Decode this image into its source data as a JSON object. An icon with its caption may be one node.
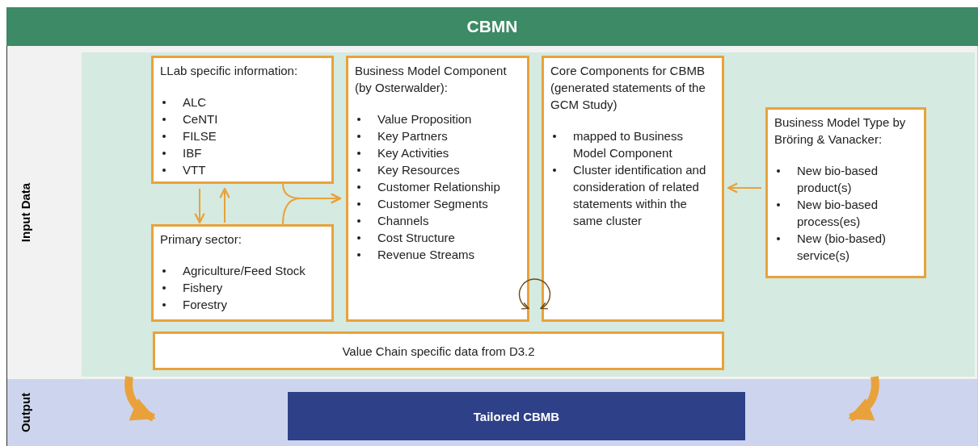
{
  "diagram": {
    "title": "CBMN",
    "nodes": [
      {
        "text": [
          "Input Data"
        ]
      },
      {
        "text": [],
        "shape": "box",
        "in": 0
      },
      {
        "text": [
          "LLab specific information:",
          "ALC",
          "CeNTI",
          "FILSE",
          "IBF",
          "VTT"
        ],
        "in": 1
      },
      {
        "text": [
          "Primary sector:",
          "Agriculture/Feed Stock",
          "Fishery",
          "Forestry"
        ],
        "in": 1
      },
      {
        "text": [
          "Business Model Component (by Osterwalder):",
          "Value Proposition",
          "Key Partners",
          "Key Activities",
          "Key Resources",
          "Customer Relationship",
          "Customer Segments",
          "Channels",
          "Cost Structure",
          "Revenue Streams"
        ],
        "in": 1
      },
      {
        "text": [
          "Core Components for CBMB (generated statements of the GCM Study)",
          "mapped to Business Model Component",
          "Cluster identification and consideration of related statements within the same cluster"
        ],
        "in": 1
      },
      {
        "text": [
          "Business Model Type by Bröring & Vanacker:",
          "New bio-based product(s)",
          "New bio-based process(es)",
          "New (bio-based) service(s)"
        ],
        "in": 1
      },
      {
        "text": [
          "Value Chain specific data from D3.2"
        ],
        "in": 1
      },
      {
        "text": [
          "Output"
        ]
      },
      {
        "text": [
          "Tailored CBMB"
        ],
        "in": 8
      }
    ],
    "edges": [
      {
        "from": 2,
        "to": 3,
        "arrow": "to"
      },
      {
        "from": 3,
        "to": 2,
        "arrow": "to"
      },
      {
        "from": 2,
        "to": 4,
        "arrow": "to"
      },
      {
        "from": 3,
        "to": 4,
        "arrow": "to"
      },
      {
        "from": 6,
        "to": 5,
        "arrow": "to"
      },
      {
        "from": 1,
        "to": 8,
        "arrow": "to",
        "style": "thick"
      },
      {
        "from": 1,
        "to": 8,
        "arrow": "to",
        "style": "thick"
      },
      {
        "from": 4,
        "to": 5,
        "arrow": "both",
        "color": "#6b4a1a"
      }
    ]
  }
}
